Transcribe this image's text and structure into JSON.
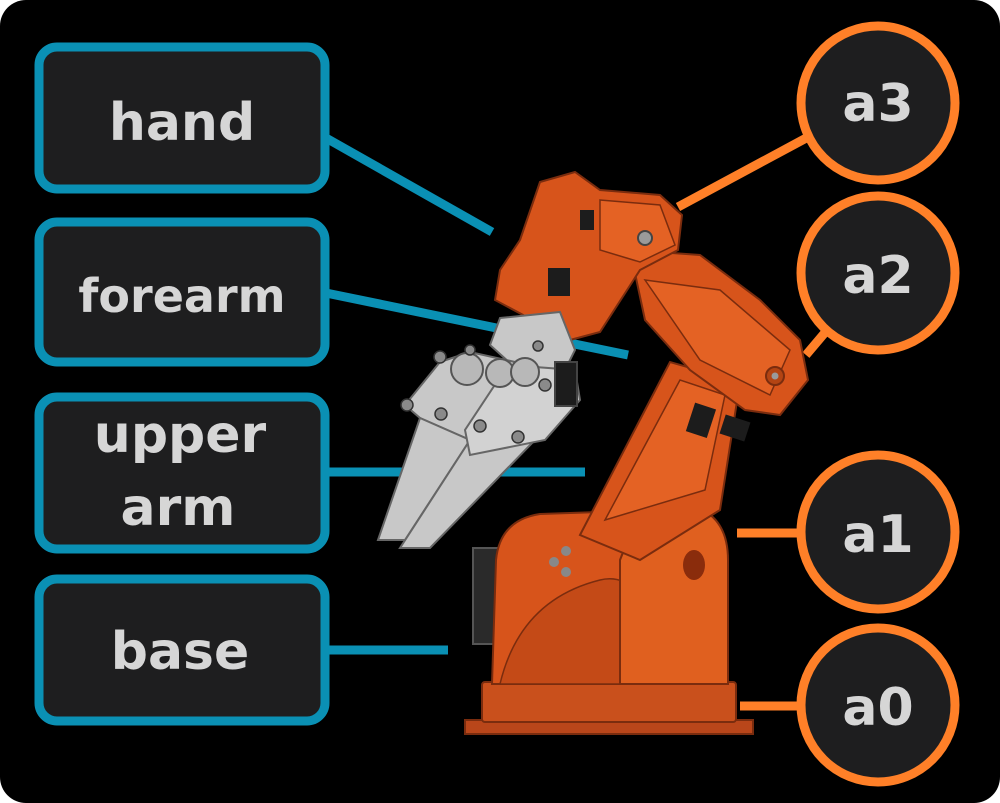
{
  "labels": {
    "hand": "hand",
    "forearm": "forearm",
    "upper_arm_line1": "upper",
    "upper_arm_line2": "arm",
    "base": "base"
  },
  "joints": {
    "a3": "a3",
    "a2": "a2",
    "a1": "a1",
    "a0": "a0"
  },
  "colors": {
    "background": "#000000",
    "label_border": "#0a90b4",
    "label_fill": "#1e1e1f",
    "joint_border": "#ff8028",
    "joint_fill": "#1e1e1f",
    "text": "#d6d6d6",
    "robot_orange": "#d7541b",
    "robot_gripper": "#c8c8c8"
  },
  "icons": {
    "robot": "robot-arm-icon"
  }
}
